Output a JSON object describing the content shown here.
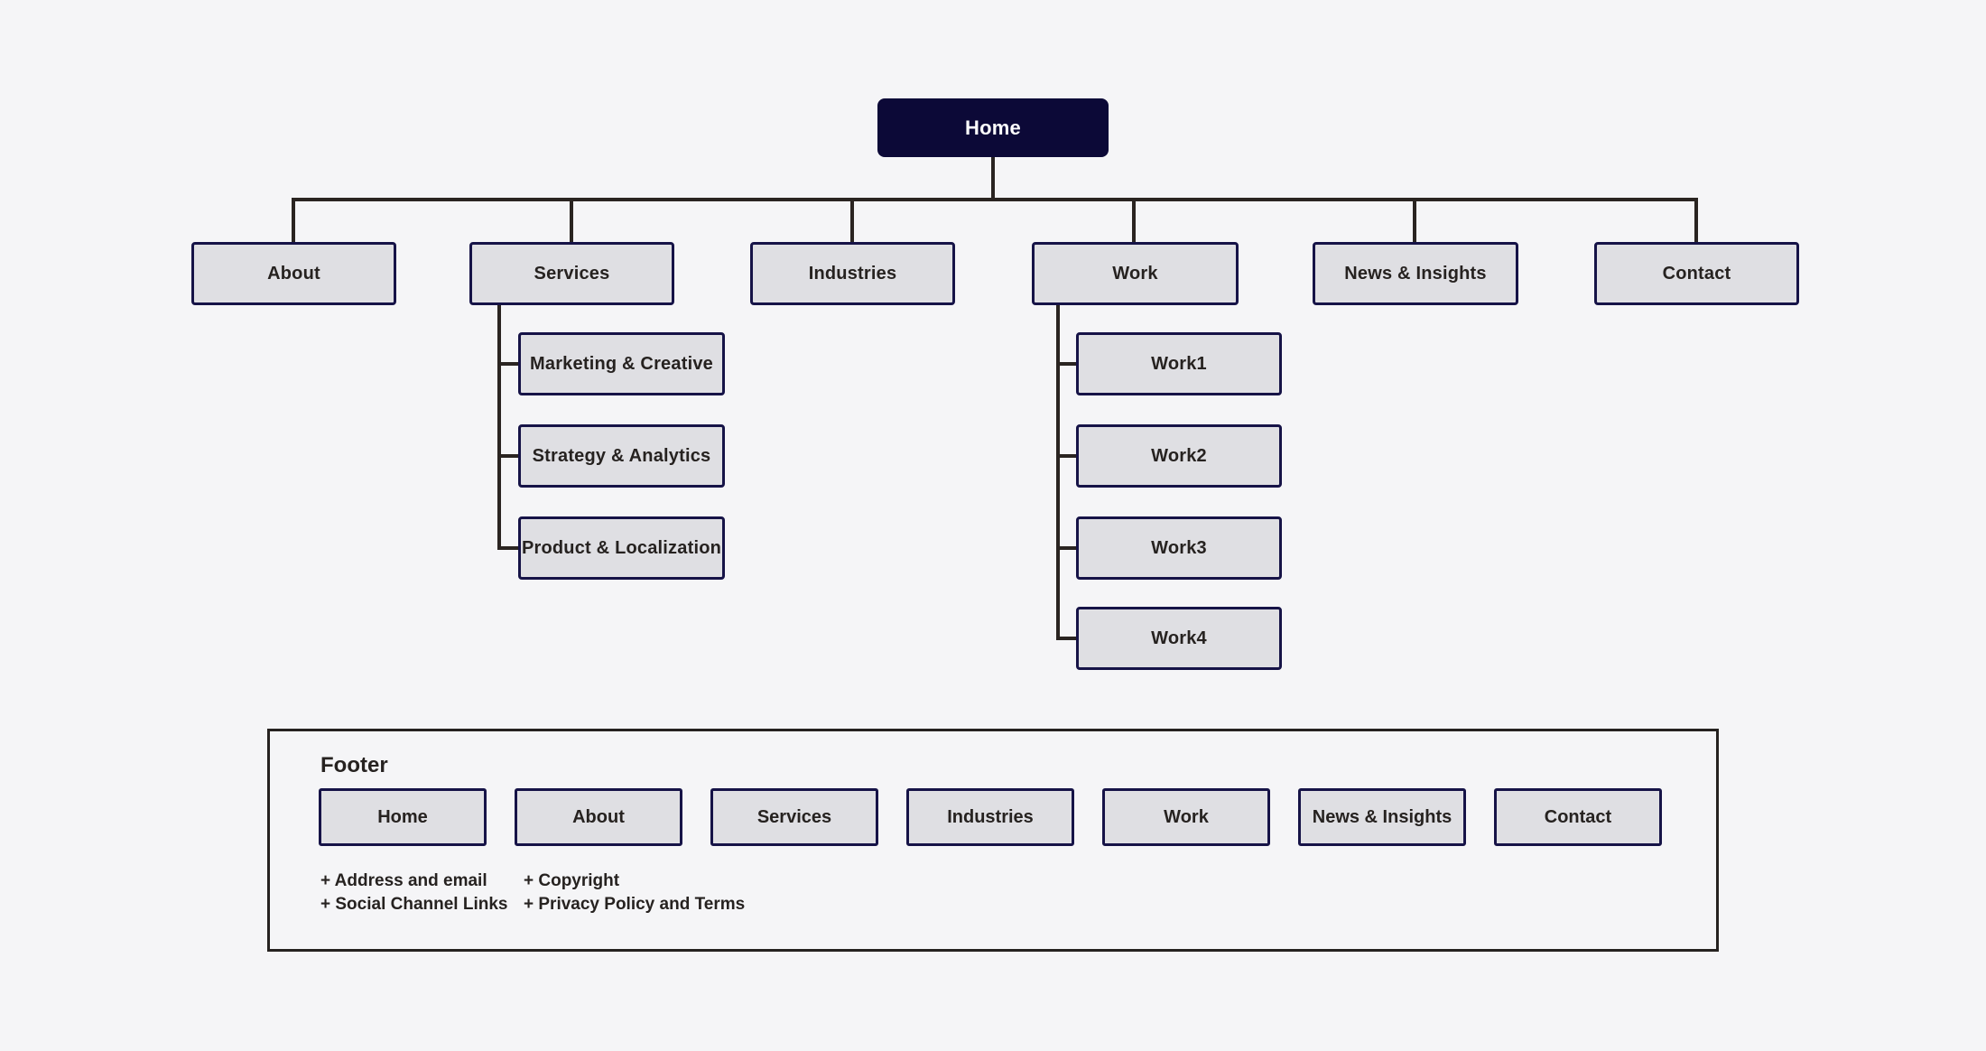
{
  "colors": {
    "background": "#f5f5f7",
    "node_fill": "#dfdfe3",
    "node_border": "#161347",
    "home_fill": "#0c0937",
    "home_text": "#ffffff",
    "line": "#2a2421",
    "text": "#262220"
  },
  "tree": {
    "root": {
      "label": "Home"
    },
    "children": [
      {
        "label": "About",
        "children": []
      },
      {
        "label": "Services",
        "children": [
          {
            "label": "Marketing & Creative"
          },
          {
            "label": "Strategy & Analytics"
          },
          {
            "label": "Product & Localization"
          }
        ]
      },
      {
        "label": "Industries",
        "children": []
      },
      {
        "label": "Work",
        "children": [
          {
            "label": "Work1"
          },
          {
            "label": "Work2"
          },
          {
            "label": "Work3"
          },
          {
            "label": "Work4"
          }
        ]
      },
      {
        "label": "News & Insights",
        "children": []
      },
      {
        "label": "Contact",
        "children": []
      }
    ]
  },
  "footer": {
    "title": "Footer",
    "buttons": [
      "Home",
      "About",
      "Services",
      "Industries",
      "Work",
      "News & Insights",
      "Contact"
    ],
    "notes_left": [
      "+ Address and email",
      "+ Social Channel Links"
    ],
    "notes_right": [
      "+ Copyright",
      "+ Privacy Policy and Terms"
    ]
  }
}
